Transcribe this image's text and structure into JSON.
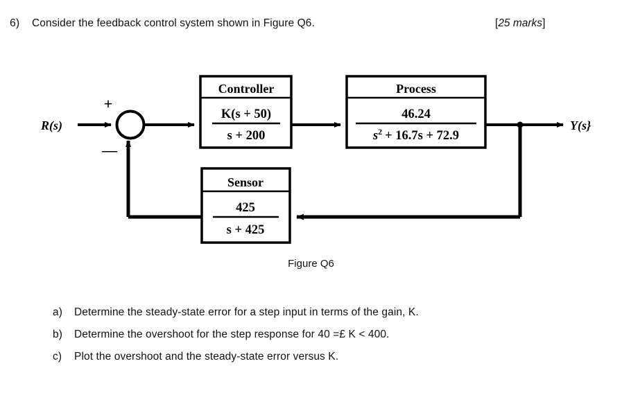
{
  "question": {
    "number": "6)",
    "stem": "Consider the feedback control system shown in Figure Q6.",
    "marks": "25 marks",
    "marks_open": "[",
    "marks_close": "]"
  },
  "diagram": {
    "input_label": "R(s)",
    "output_label": "Y(s}",
    "sum_plus": "+",
    "sum_minus": "—",
    "blocks": [
      {
        "name": "controller",
        "title": "Controller",
        "numerator": "K(s + 50)",
        "denominator": "s + 200"
      },
      {
        "name": "process",
        "title": "Process",
        "numerator": "46.24",
        "denominator": "s2 + 16.7s + 72.9",
        "denominator_base": "s",
        "denominator_exp": "2",
        "denominator_rest": "+ 16.7s + 72.9"
      },
      {
        "name": "sensor",
        "title": "Sensor",
        "numerator": "425",
        "denominator": "s + 425"
      }
    ]
  },
  "caption": "Figure Q6",
  "subquestions": [
    {
      "marker": "a)",
      "text": "Determine the steady-state error for a step input in terms of the gain, K."
    },
    {
      "marker": "b)",
      "text": "Determine the overshoot for the step response for 40 =£ K < 400."
    },
    {
      "marker": "c)",
      "text": "Plot the overshoot and the steady-state error versus K."
    }
  ]
}
